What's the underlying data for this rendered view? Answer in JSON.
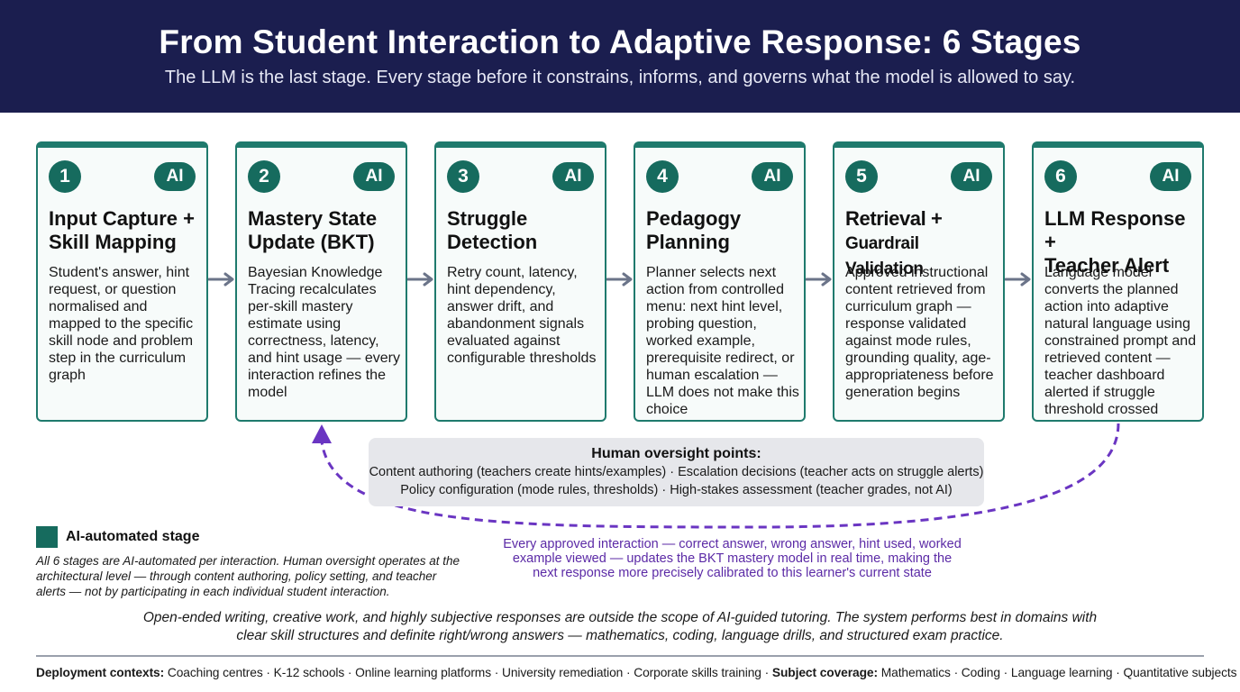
{
  "header": {
    "title": "From Student Interaction to Adaptive Response: 6 Stages",
    "subtitle": "The LLM is the last stage. Every stage before it constrains, informs, and governs what the model is allowed to say."
  },
  "stages": [
    {
      "number": "1",
      "badge": "AI",
      "title": "Input Capture +\nSkill Mapping",
      "description": "Student's answer, hint request, or question normalised and mapped to the specific skill node and problem step in the curriculum graph"
    },
    {
      "number": "2",
      "badge": "AI",
      "title": "Mastery State\nUpdate (BKT)",
      "description": "Bayesian Knowledge Tracing recalculates per-skill mastery estimate using correctness, latency, and hint usage — every interaction refines the model"
    },
    {
      "number": "3",
      "badge": "AI",
      "title": "Struggle\nDetection",
      "description": "Retry count, latency, hint dependency, answer drift, and abandonment signals evaluated against configurable thresholds"
    },
    {
      "number": "4",
      "badge": "AI",
      "title": "Pedagogy\nPlanning",
      "description": "Planner selects next action from controlled menu: next hint level, probing question, worked example, prerequisite redirect, or human escalation — LLM does not make this choice"
    },
    {
      "number": "5",
      "badge": "AI",
      "title": "Retrieval +",
      "title_line2": "Guardrail Validation",
      "description": "Approved instructional content retrieved from curriculum graph — response validated against mode rules, grounding quality, age-appropriateness before generation begins"
    },
    {
      "number": "6",
      "badge": "AI",
      "title": "LLM Response +\nTeacher Alert",
      "description": "Language model converts the planned action into adaptive natural language using constrained prompt and retrieved content — teacher dashboard alerted if struggle threshold crossed"
    }
  ],
  "oversight": {
    "heading": "Human oversight points:",
    "line1": "Content authoring (teachers create hints/examples) · Escalation decisions (teacher acts on struggle alerts)",
    "line2": "Policy configuration (mode rules, thresholds) · High-stakes assessment (teacher grades, not AI)"
  },
  "feedback_loop": {
    "line1": "Every approved interaction — correct answer, wrong answer, hint used, worked",
    "line2": "example viewed — updates the BKT mastery model in real time, making the",
    "line3": "next response more precisely calibrated to this learner's current state"
  },
  "legend": {
    "label": "AI-automated stage",
    "note": "All 6 stages are AI-automated per interaction. Human oversight operates at the architectural level — through content authoring, policy setting, and teacher alerts — not by participating in each individual student interaction."
  },
  "scope_note": {
    "line1": "Open-ended writing, creative work, and highly subjective responses are outside the scope of AI-guided tutoring. The system performs best in domains with",
    "line2": "clear skill structures and definite right/wrong answers — mathematics, coding, language drills, and structured exam practice."
  },
  "footer": {
    "deployment_label": "Deployment contexts:",
    "deployment_values": " Coaching centres · K-12 schools · Online learning platforms · University remediation · Corporate skills training · ",
    "subject_label": "Subject coverage:",
    "subject_values": " Mathematics · Coding · Language learning · Quantitative subjects"
  },
  "colors": {
    "header_bg": "#1b1e4f",
    "stage_accent": "#166b5e",
    "arrow": "#6b7489",
    "feedback_purple": "#6a35c2",
    "oversight_bg": "#e6e7eb"
  }
}
